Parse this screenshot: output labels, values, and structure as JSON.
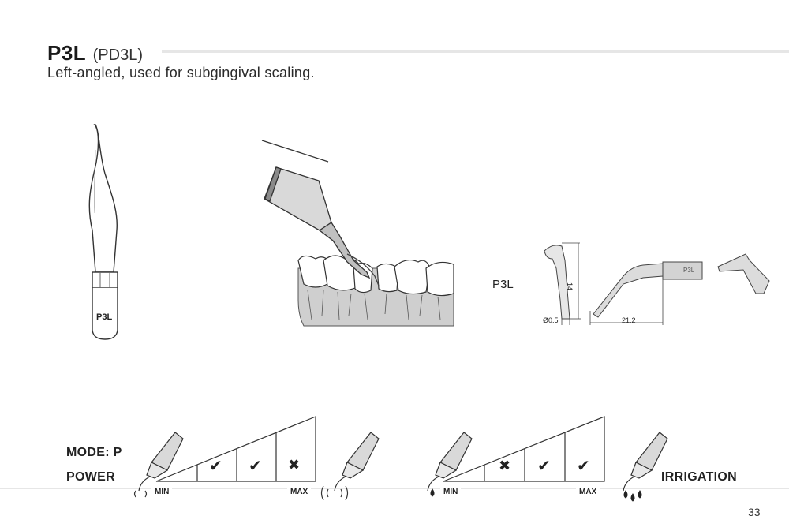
{
  "header": {
    "code": "P3L",
    "alt_code": "(PD3L)",
    "description": "Left-angled, used for subgingival scaling."
  },
  "tip": {
    "engraving": "P3L",
    "side_label": "P3L",
    "dim_height": "14",
    "dim_diameter": "Ø0.5",
    "dim_length": "21.2",
    "shank_marking": "P3L"
  },
  "mode": {
    "mode_label": "MODE: P",
    "power_label": "POWER",
    "irrigation_label": "IRRIGATION",
    "min_label": "MIN",
    "max_label": "MAX",
    "power_settings": [
      "✔",
      "✔",
      "✖"
    ],
    "irrigation_settings": [
      "✖",
      "✔",
      "✔"
    ]
  },
  "footer": {
    "page_number": "33"
  }
}
